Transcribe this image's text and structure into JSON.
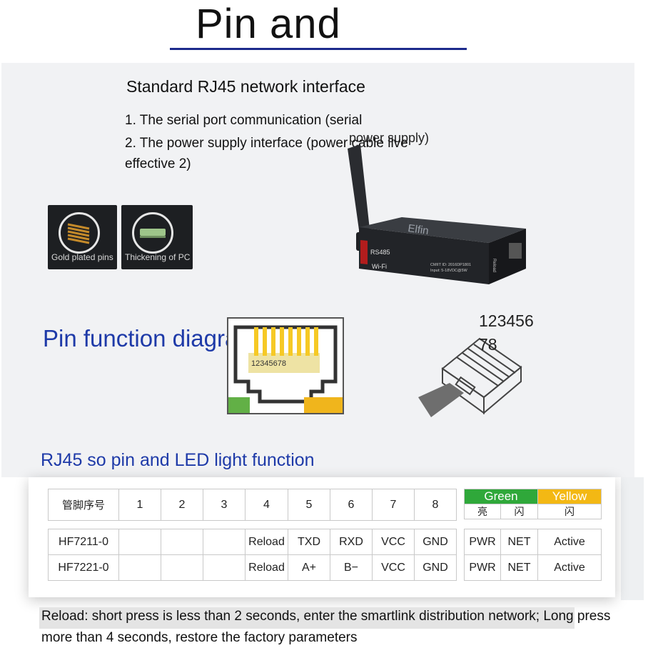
{
  "header": {
    "title": "Pin and"
  },
  "intro": {
    "subtitle": "Standard RJ45 network interface",
    "line1": "1. The serial port communication (serial",
    "line2": "2. The power supply interface (power cable live",
    "line2_overlap": "power supply)",
    "line3": "effective 2)"
  },
  "thumbnails": [
    {
      "caption": "Gold plated pins"
    },
    {
      "caption": "Thickening of PC"
    }
  ],
  "device": {
    "brand": "Elfin",
    "label_rs485": "RS485",
    "label_wifi": "Wi-Fi",
    "label_cmiit": "CMIIT ID: 2016DP1801",
    "label_input": "Input: 5-18VDC@5W",
    "label_reload": "Reload"
  },
  "pin_diagram": {
    "title": "Pin function diagram",
    "socket_numbers": "12345678",
    "plug_numbers_1": "123456",
    "plug_numbers_2": "78"
  },
  "led_section": {
    "title": "RJ45 so pin and LED light function"
  },
  "table": {
    "header": [
      "管脚序号",
      "1",
      "2",
      "3",
      "4",
      "5",
      "6",
      "7",
      "8"
    ],
    "led_header": {
      "green": "Green",
      "yellow": "Yellow",
      "green_on": "亮",
      "green_flash": "闪",
      "yellow_flash": "闪"
    },
    "rows": [
      {
        "model": "HF7211-0",
        "pins": [
          "",
          "",
          "",
          "Reload",
          "TXD",
          "RXD",
          "VCC",
          "GND"
        ],
        "leds": [
          "PWR",
          "NET",
          "Active"
        ]
      },
      {
        "model": "HF7221-0",
        "pins": [
          "",
          "",
          "",
          "Reload",
          "A+",
          "B−",
          "VCC",
          "GND"
        ],
        "leds": [
          "PWR",
          "NET",
          "Active"
        ]
      }
    ]
  },
  "note": {
    "line1": "Reload: short press is less than 2 seconds, enter the smartlink distribution network; Long press",
    "line2": "more than 4 seconds, restore the factory parameters"
  },
  "colors": {
    "accent_blue": "#1e3aa8",
    "led_green": "#2fa83a",
    "led_yellow": "#f3b814"
  }
}
